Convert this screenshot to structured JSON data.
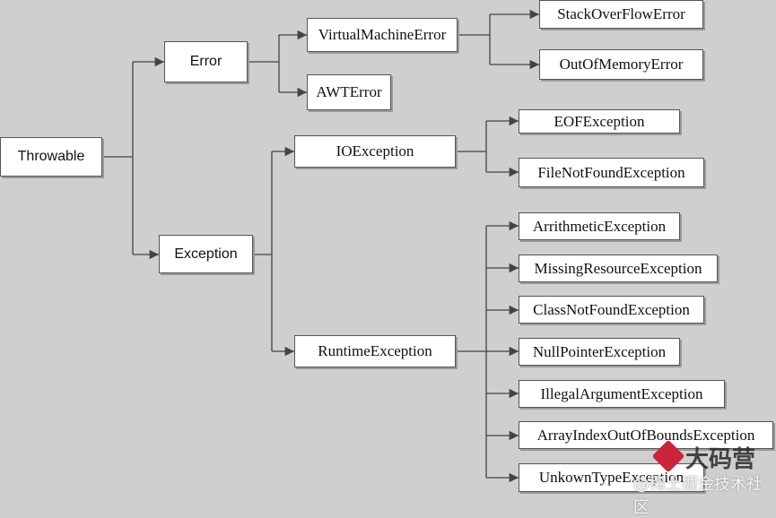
{
  "nodes": {
    "throwable": "Throwable",
    "error": "Error",
    "exception": "Exception",
    "virtual_machine_error": "VirtualMachineError",
    "awt_error": "AWTError",
    "stack_overflow_error": "StackOverFlowError",
    "out_of_memory_error": "OutOfMemoryError",
    "io_exception": "IOException",
    "runtime_exception": "RuntimeException",
    "eof_exception": "EOFException",
    "file_not_found_exception": "FileNotFoundException",
    "arithmetic_exception": "ArrithmeticException",
    "missing_resource_exception": "MissingResourceException",
    "class_not_found_exception": "ClassNotFoundException",
    "null_pointer_exception": "NullPointerException",
    "illegal_argument_exception": "IllegalArgumentException",
    "array_index_out_of_bounds_exception": "ArrayIndexOutOfBoundsException",
    "unknown_type_exception": "UnkownTypeException"
  },
  "watermark": {
    "brand": "大码营",
    "subtitle": "@稀土掘金技术社区"
  }
}
